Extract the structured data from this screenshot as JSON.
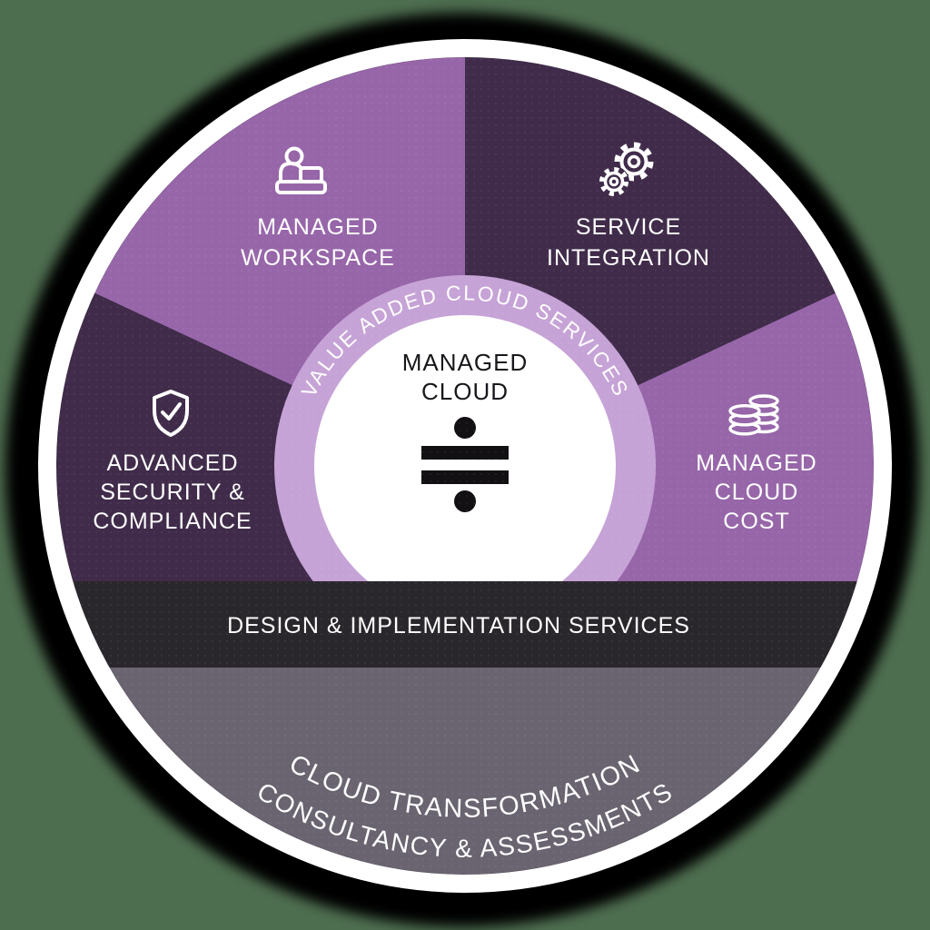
{
  "diagram": {
    "title": "Managed Cloud services wheel",
    "center": {
      "line1": "MANAGED",
      "line2": "CLOUD",
      "logo": "division-symbol"
    },
    "ring_label": "VALUE ADDED CLOUD SERVICES",
    "segments": [
      {
        "id": "managed-workspace",
        "icon": "person-desk-icon",
        "lines": [
          "MANAGED",
          "WORKSPACE"
        ]
      },
      {
        "id": "service-integration",
        "icon": "gears-icon",
        "lines": [
          "SERVICE",
          "INTEGRATION"
        ]
      },
      {
        "id": "advanced-security-compliance",
        "icon": "shield-check-icon",
        "lines": [
          "ADVANCED",
          "SECURITY &",
          "COMPLIANCE"
        ]
      },
      {
        "id": "managed-cloud-cost",
        "icon": "coins-icon",
        "lines": [
          "MANAGED",
          "CLOUD",
          "COST"
        ]
      }
    ],
    "band_label": "DESIGN & IMPLEMENTATION SERVICES",
    "bottom_arc": {
      "line1": "CLOUD TRANSFORMATION",
      "line2": "CONSULTANCY & ASSESSMENTS"
    }
  },
  "colors": {
    "background_green": "#4E6E50",
    "shadow_black": "#000000",
    "medium_purple": "#9766A9",
    "dark_purple": "#402C4A",
    "ring_purple": "#C6A3D6",
    "center_white": "#FFFFFF",
    "band_dark": "#2A272C",
    "bottom_gray": "#6A6470",
    "border_white": "#FFFFFF",
    "label_white": "#FFFFFF",
    "center_text_dark": "#19161B"
  }
}
